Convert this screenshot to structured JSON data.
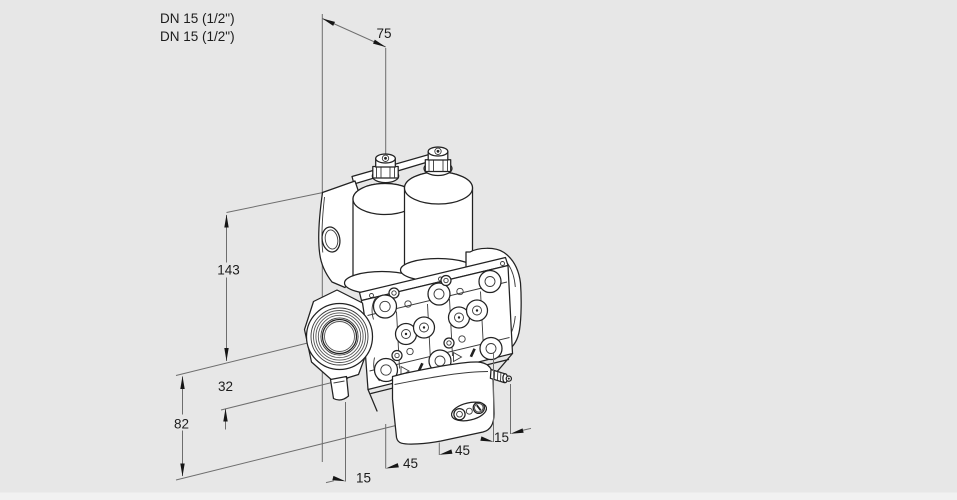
{
  "labels": {
    "dn_line1": "DN 15 (1/2\")",
    "dn_line2": "DN 15 (1/2\")"
  },
  "dims": {
    "d75": "75",
    "d143": "143",
    "d32": "32",
    "d82": "82",
    "b15_left": "15",
    "b45_left": "45",
    "b45_right": "45",
    "b15_right": "15"
  },
  "colors": {
    "background": "#e7e7e7",
    "bottom_strip": "#f1f1f1",
    "drawing_line": "#222222",
    "dimension_line": "#6e6e6e",
    "text": "#1c1c1c"
  }
}
